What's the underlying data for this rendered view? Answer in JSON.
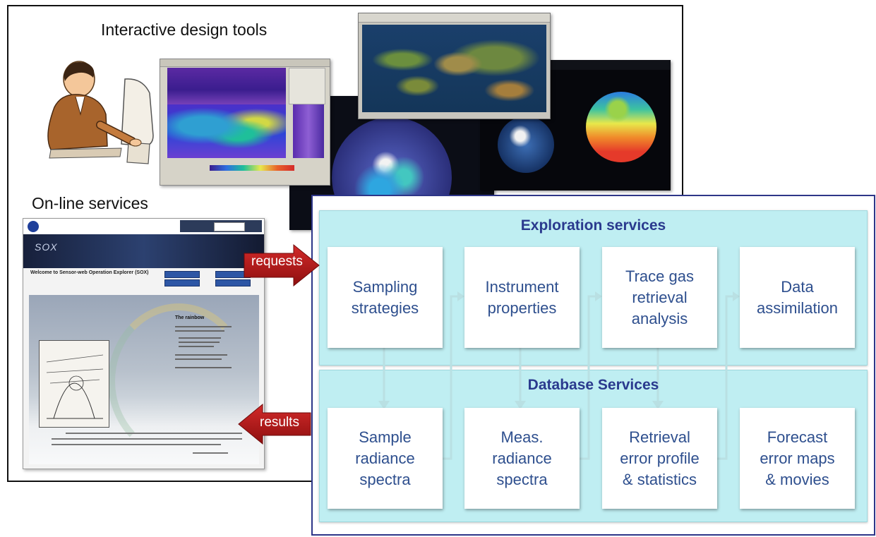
{
  "titles": {
    "interactive": "Interactive design tools",
    "online": "On-line services"
  },
  "sox": {
    "banner": "SOX",
    "welcome": "Welcome to Sensor-web Operation Explorer (SOX)",
    "poem_title": "The rainbow"
  },
  "arrows": {
    "requests": "requests",
    "results": "results"
  },
  "exploration": {
    "title": "Exploration services",
    "boxes": [
      "Sampling\nstrategies",
      "Instrument\nproperties",
      "Trace gas\nretrieval\nanalysis",
      "Data\nassimilation"
    ]
  },
  "database": {
    "title": "Database  Services",
    "boxes": [
      "Sample\nradiance\nspectra",
      "Meas.\nradiance\nspectra",
      "Retrieval\nerror profile\n& statistics",
      "Forecast\nerror maps\n& movies"
    ]
  },
  "colors": {
    "frame_blue": "#2e3688",
    "band_cyan": "#bfeef2",
    "text_blue": "#2e4f8e",
    "arrow_red": "#b01818",
    "connector": "#b9e0e3"
  },
  "icons": [
    "person-at-computer-icon",
    "nasa-logo-icon"
  ]
}
